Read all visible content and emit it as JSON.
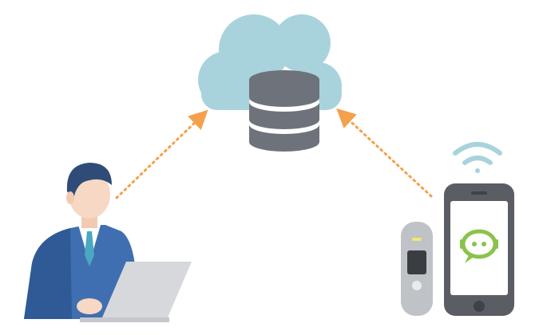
{
  "diagram": {
    "nodes": [
      {
        "id": "cloud-database",
        "icon": "cloud-database-icon"
      },
      {
        "id": "office-worker",
        "icon": "person-laptop-icon"
      },
      {
        "id": "mobile-devices",
        "icon": "smartphone-and-wearable-icon"
      }
    ],
    "connections": [
      {
        "from": "office-worker",
        "to": "cloud-database",
        "style": "dotted-arrow"
      },
      {
        "from": "mobile-devices",
        "to": "cloud-database",
        "style": "dotted-arrow"
      }
    ],
    "colors": {
      "cloud": "#a9d3dc",
      "database": "#6e737b",
      "database_band": "#ffffff",
      "arrow": "#f5a04a",
      "suit": "#3f6fb0",
      "suit_shadow": "#2f5a96",
      "hair": "#2f4c78",
      "skin": "#f7d8c4",
      "tie": "#4aa8c0",
      "laptop": "#d6d8db",
      "phone_body": "#5a5e64",
      "phone_screen": "#ffffff",
      "chat_bubble": "#8bc34a",
      "wifi": "#a9d3dc",
      "wearable": "#bfc2c6"
    }
  }
}
